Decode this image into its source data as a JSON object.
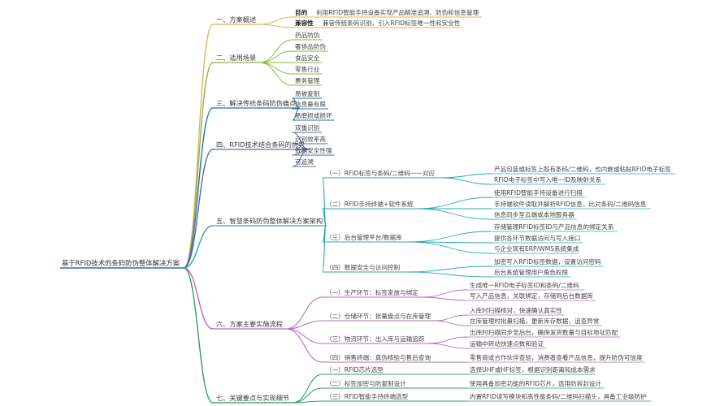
{
  "root": {
    "label": "基于RFID技术的条码防伪整体解决方案"
  },
  "branches": [
    {
      "label": "一、方案概述",
      "color": "#e0b458",
      "children": [
        {
          "label": "目的",
          "bold": true,
          "note": "利用RFID智能手持设备实现产品精准追溯、防伪和信息管理"
        },
        {
          "label": "兼容性",
          "bold": true,
          "note": "兼容传统条码识别，引入RFID标签唯一性和安全性"
        }
      ]
    },
    {
      "label": "二、适用场景",
      "color": "#8fb548",
      "children": [
        {
          "label": "药品防伪"
        },
        {
          "label": "奢侈品防伪"
        },
        {
          "label": "食品安全"
        },
        {
          "label": "零售行业"
        },
        {
          "label": "票务管理"
        }
      ]
    },
    {
      "label": "三、解决传统条码防伪痛点",
      "color": "#2f6fb0",
      "children": [
        {
          "label": "易被复制"
        },
        {
          "label": "信息量有限"
        },
        {
          "label": "易磨损或损坏"
        }
      ]
    },
    {
      "label": "四、RFID技术结合条码的优势",
      "color": "#5a6ab4",
      "children": [
        {
          "label": "双重识别"
        },
        {
          "label": "识别效率高"
        },
        {
          "label": "数据安全性强"
        },
        {
          "label": "可追溯"
        }
      ]
    },
    {
      "label": "五、智慧条码防伪整体解决方案架构",
      "color": "#2aa6b8",
      "children": [
        {
          "label": "（一）RFID标签与条码/二维码一一对应",
          "children": [
            {
              "label": "产品包装或标签上既有条码/二维码，也内嵌或粘贴RFID电子标签"
            },
            {
              "label": "RFID电子标签中写入唯一ID及映射关系"
            }
          ]
        },
        {
          "label": "（二）RFID手持终端+软件系统",
          "children": [
            {
              "label": "使用RFID智能手持设备进行扫描"
            },
            {
              "label": "手持端软件读取并解析RFID信息，比对条码/二维码信息"
            },
            {
              "label": "信息同步至云端或本地服务器"
            }
          ]
        },
        {
          "label": "（三）后台管理平台/数据库",
          "children": [
            {
              "label": "存储管理RFID标签ID与产品信息的绑定关系"
            },
            {
              "label": "提供各环节数据访问与写入接口"
            },
            {
              "label": "与企业现有ERP/WMS系统集成"
            }
          ]
        },
        {
          "label": "（四）数据安全与访问控制",
          "children": [
            {
              "label": "加密写入RFID标签数据，设置访问密码"
            },
            {
              "label": "后台系统管理用户角色权限"
            }
          ]
        }
      ]
    },
    {
      "label": "六、方案主要实施流程",
      "color": "#b06fb8",
      "children": [
        {
          "label": "（一）生产环节：标签发放与绑定",
          "children": [
            {
              "label": "生成唯一RFID电子标签ID和条码/二维码"
            },
            {
              "label": "写入产品信息，关联绑定，存储到后台数据库"
            }
          ]
        },
        {
          "label": "（二）仓储环节：批量盘点与在库管理",
          "children": [
            {
              "label": "入库时扫描核对，快速确认真实性"
            },
            {
              "label": "在库管理时批量扫描，更新库存数据，追查异常"
            }
          ]
        },
        {
          "label": "（三）物流环节：出入库与运输追踪",
          "children": [
            {
              "label": "出库时扫描同步至后台，确保发货数量与目标地址匹配"
            },
            {
              "label": "运输中转站快速点数和验证"
            }
          ]
        },
        {
          "label": "（四）销售终端：真伪核验与售后查询",
          "children": [
            {
              "label": "零售商或合作伙伴查验，消费者查看产品信息，提升防伪可信度"
            }
          ]
        }
      ]
    },
    {
      "label": "七、关键要点与实现细节",
      "color": "#2f9e62",
      "children": [
        {
          "label": "（一）RFID芯片选型",
          "children": [
            {
              "label": "选择UHF或HF标签，根据识别距离和成本需求"
            }
          ]
        },
        {
          "label": "（二）标签加密与防复制设计",
          "children": [
            {
              "label": "使用具备加密功能的RFID芯片，选用防拆封设计"
            }
          ]
        },
        {
          "label": "（三）RFID智能手持终端选型",
          "children": [
            {
              "label": "内置RFID读写模块和高性能条码/二维码扫描头，具备工业级防护"
            }
          ]
        }
      ]
    }
  ]
}
